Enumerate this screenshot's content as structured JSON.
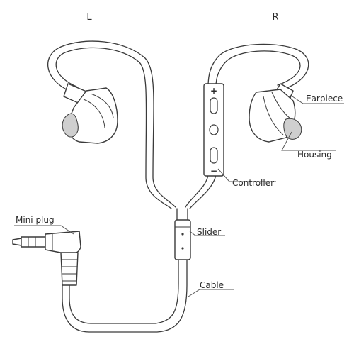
{
  "side_left": "L",
  "side_right": "R",
  "labels": {
    "earpiece": "Earpiece",
    "housing": "Housing",
    "controller": "Controller",
    "mini_plug": "Mini plug",
    "slider": "Slider",
    "cable": "Cable"
  },
  "controller_symbols": {
    "plus": "+",
    "minus": "−"
  }
}
